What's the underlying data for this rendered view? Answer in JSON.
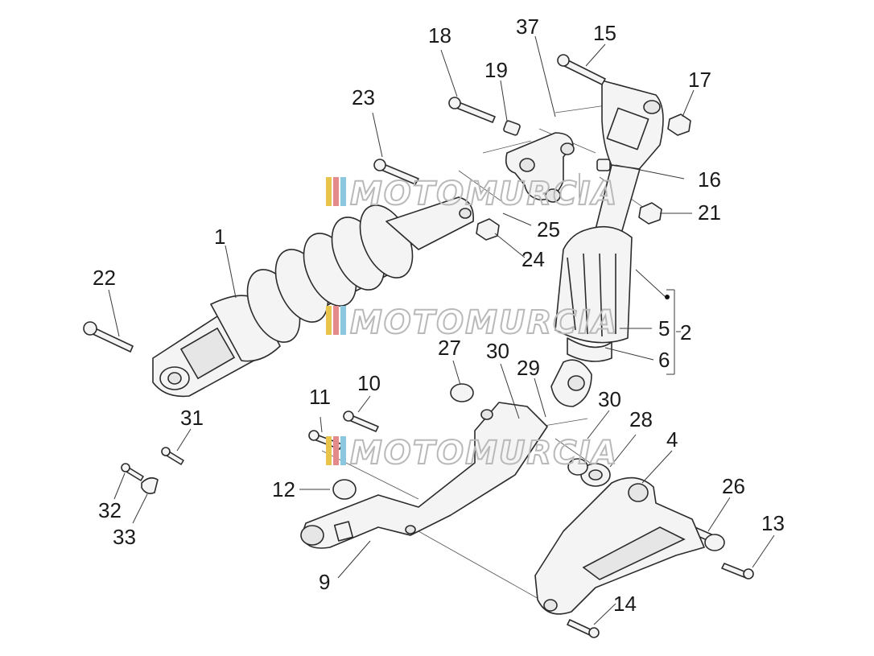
{
  "diagram": {
    "callouts": [
      {
        "id": "c1",
        "text": "1"
      },
      {
        "id": "c2",
        "text": "2"
      },
      {
        "id": "c4",
        "text": "4"
      },
      {
        "id": "c5",
        "text": "5"
      },
      {
        "id": "c6",
        "text": "6"
      },
      {
        "id": "c9",
        "text": "9"
      },
      {
        "id": "c10",
        "text": "10"
      },
      {
        "id": "c11",
        "text": "11"
      },
      {
        "id": "c12",
        "text": "12"
      },
      {
        "id": "c13",
        "text": "13"
      },
      {
        "id": "c14",
        "text": "14"
      },
      {
        "id": "c15",
        "text": "15"
      },
      {
        "id": "c16",
        "text": "16"
      },
      {
        "id": "c17",
        "text": "17"
      },
      {
        "id": "c18",
        "text": "18"
      },
      {
        "id": "c19",
        "text": "19"
      },
      {
        "id": "c21",
        "text": "21"
      },
      {
        "id": "c22",
        "text": "22"
      },
      {
        "id": "c23",
        "text": "23"
      },
      {
        "id": "c24",
        "text": "24"
      },
      {
        "id": "c25",
        "text": "25"
      },
      {
        "id": "c26",
        "text": "26"
      },
      {
        "id": "c27",
        "text": "27"
      },
      {
        "id": "c28",
        "text": "28"
      },
      {
        "id": "c29",
        "text": "29"
      },
      {
        "id": "c30a",
        "text": "30"
      },
      {
        "id": "c30b",
        "text": "30"
      },
      {
        "id": "c31",
        "text": "31"
      },
      {
        "id": "c32",
        "text": "32"
      },
      {
        "id": "c33",
        "text": "33"
      },
      {
        "id": "c37",
        "text": "37"
      }
    ],
    "watermark": {
      "text": "MOTOMURCIA",
      "stripe_colors": [
        "#e9c44a",
        "#e58a8a",
        "#8cc7e0"
      ]
    }
  }
}
